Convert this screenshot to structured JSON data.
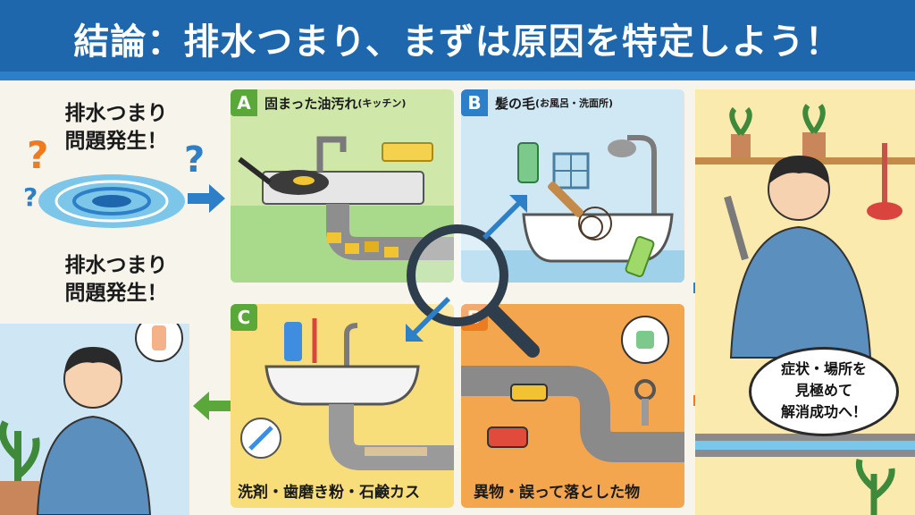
{
  "header": {
    "title": "結論：排水つまり、まずは原因を特定しよう！"
  },
  "intro": {
    "line1": "排水つまり",
    "line2": "問題発生！",
    "line3": "排水つまり",
    "line4": "問題発生！"
  },
  "panels": [
    {
      "letter": "A",
      "label": "固まった油汚れ",
      "sub": "(キッチン)",
      "color": "#5aa83a"
    },
    {
      "letter": "B",
      "label": "髪の毛",
      "sub": "(お風呂・洗面所)",
      "color": "#2d7fc8"
    },
    {
      "letter": "C",
      "label": "洗剤・歯磨き粉・石鹸カス",
      "color": "#5aa83a"
    },
    {
      "letter": "D",
      "label": "異物・誤って落とした物",
      "color": "#ef7b21"
    }
  ],
  "bubble": {
    "line1": "症状・場所を",
    "line2": "見極めて",
    "line3": "解消成功へ！"
  },
  "colors": {
    "header": "#1f67ad",
    "accent_blue": "#2d7fc8",
    "accent_green": "#5aa83a",
    "accent_orange": "#ef7b21"
  }
}
